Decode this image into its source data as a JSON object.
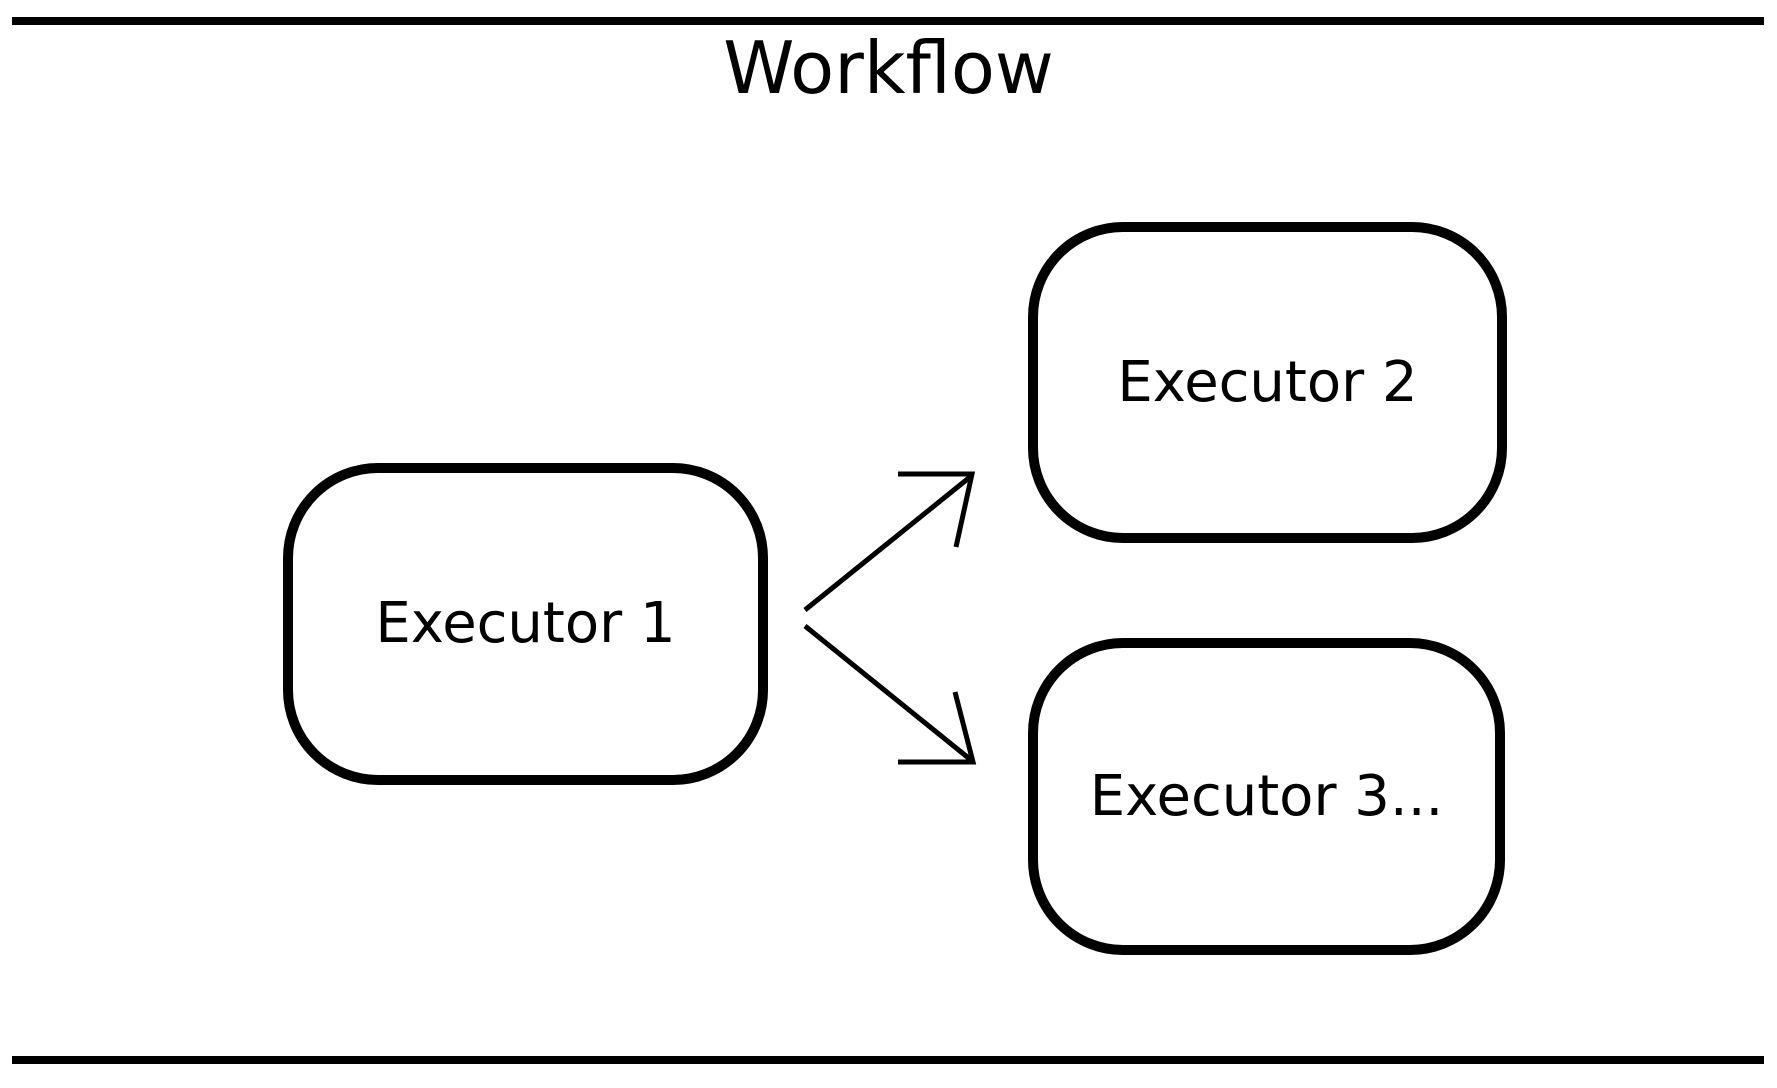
{
  "diagram": {
    "title": "Workflow",
    "nodes": [
      {
        "id": "executor-1",
        "label": "Executor 1"
      },
      {
        "id": "executor-2",
        "label": "Executor 2"
      },
      {
        "id": "executor-3",
        "label": "Executor 3..."
      }
    ],
    "edges": [
      {
        "from": "Executor 1",
        "to": "Executor 2",
        "style": "open-arrow"
      },
      {
        "from": "Executor 1",
        "to": "Executor 3...",
        "style": "open-arrow"
      }
    ],
    "colors": {
      "stroke": "#000000",
      "background": "#ffffff",
      "text": "#000000"
    }
  }
}
